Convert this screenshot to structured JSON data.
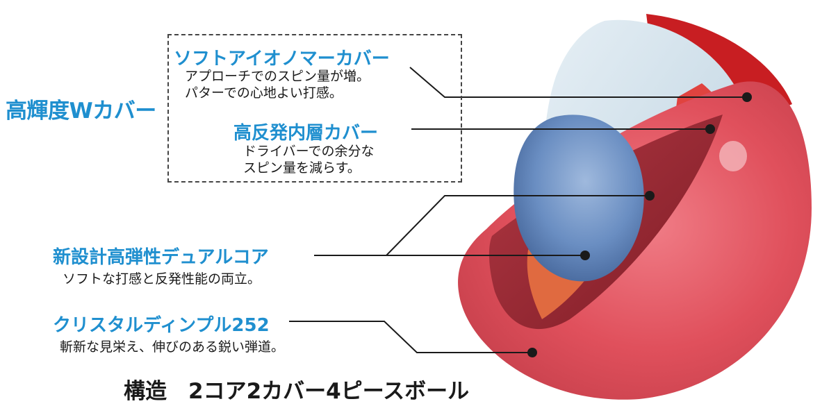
{
  "side_label": "高輝度Wカバー",
  "layers": [
    {
      "title": "ソフトアイオノマーカバー",
      "desc": [
        "アプローチでのスピン量が増。",
        "パターでの心地よい打感。"
      ]
    },
    {
      "title": "高反発内層カバー",
      "desc": [
        "ドライバーでの余分な",
        "スピン量を減らす。"
      ]
    },
    {
      "title": "新設計高弾性デュアルコア",
      "desc": [
        "ソフトな打感と反発性能の両立。"
      ]
    },
    {
      "title": "クリスタルディンプル252",
      "desc": [
        "斬新な見栄え、伸びのある鋭い弾道。"
      ]
    }
  ],
  "caption": "構造　2コア2カバー4ピースボール",
  "colors": {
    "title_blue": "#1f8fcf",
    "outer_shell": "#e2535f",
    "inner_cover_red": "#c81e22",
    "mantle_light": "#cfe0ea",
    "core_blue": "#5b7fb5"
  }
}
